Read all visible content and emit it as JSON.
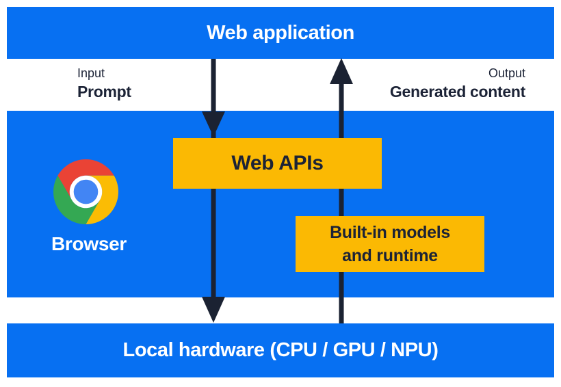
{
  "colors": {
    "blue": "#0770F2",
    "yellow": "#FBB903",
    "navy": "#1C2336",
    "white": "#FFFFFF",
    "logo_red": "#EA4335",
    "logo_yellow": "#FBBC04",
    "logo_green": "#34A853",
    "logo_blue": "#4285F4"
  },
  "top_bar": {
    "label": "Web application"
  },
  "io_labels": {
    "input_title": "Input",
    "input_value": "Prompt",
    "output_title": "Output",
    "output_value": "Generated content"
  },
  "browser": {
    "label": "Browser",
    "icon": "chrome-icon"
  },
  "nodes": {
    "web_apis": "Web APIs",
    "builtin_line1": "Built-in models",
    "builtin_line2": "and runtime"
  },
  "bottom_bar": {
    "label": "Local hardware (CPU / GPU / NPU)"
  },
  "flows": {
    "down": "web-application to web-apis to local-hardware (prompt input)",
    "up": "local-hardware through built-in-models-and-runtime to web-application (generated content output)"
  }
}
